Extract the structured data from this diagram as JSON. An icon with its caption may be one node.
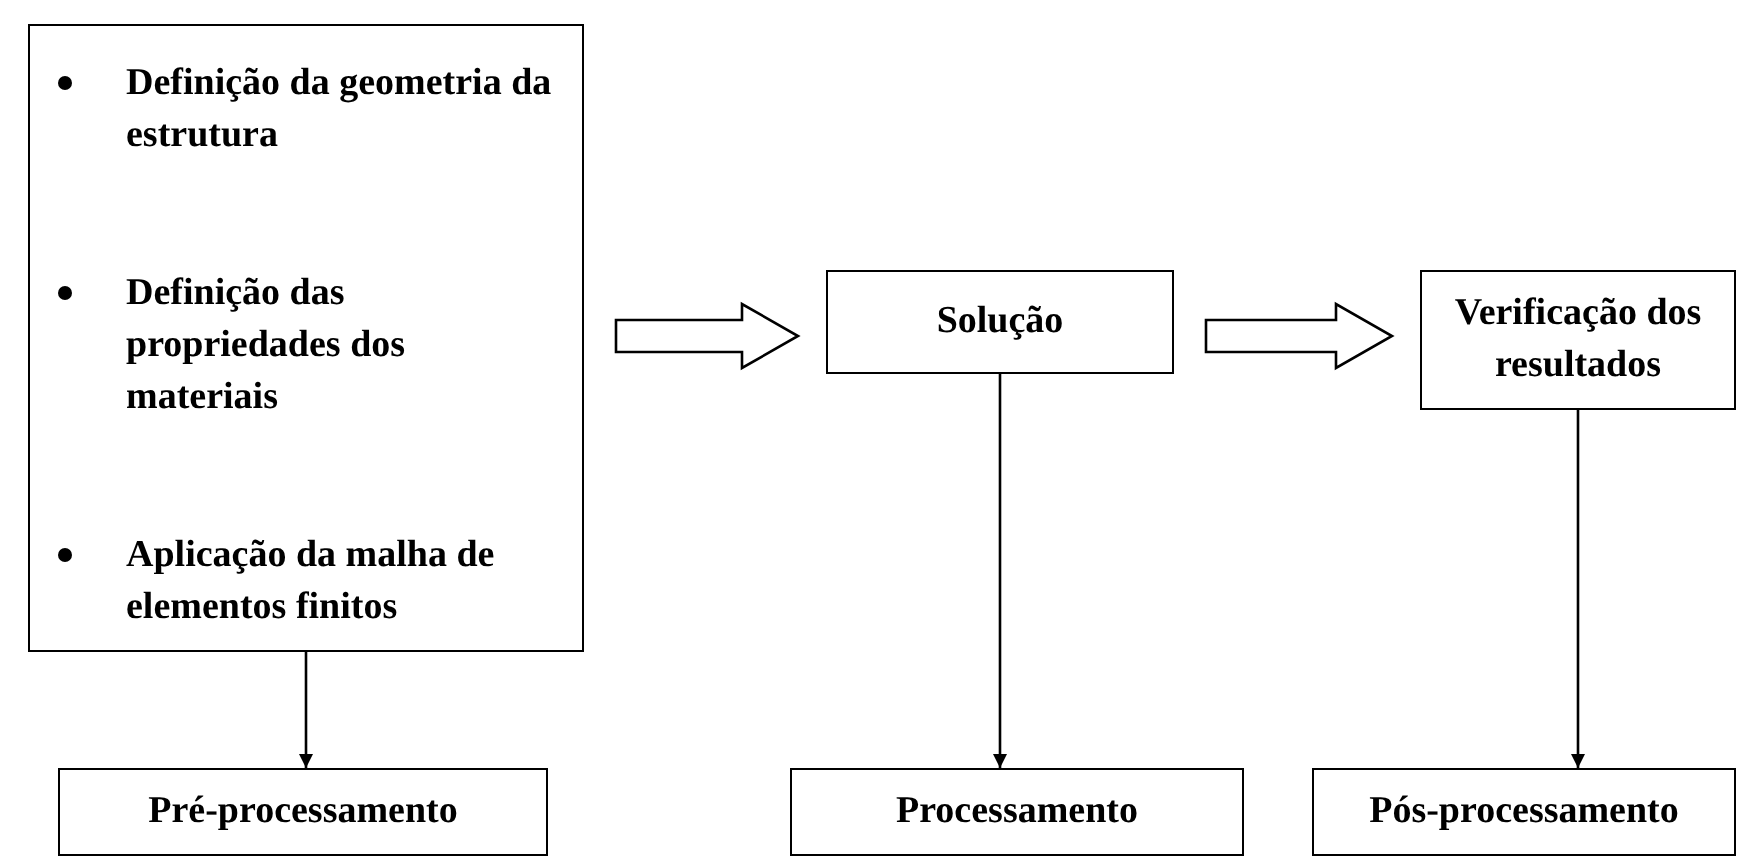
{
  "diagram": {
    "nodes": [
      {
        "text": [
          "Definição da geometria da estrutura",
          "Definição das propriedades dos materiais",
          "Aplicação da malha de elementos finitos"
        ]
      },
      {
        "text": [
          "Solução"
        ]
      },
      {
        "text": [
          "Verificação dos resultados"
        ]
      },
      {
        "text": [
          "Pré-processamento"
        ]
      },
      {
        "text": [
          "Processamento"
        ]
      },
      {
        "text": [
          "Pós-processamento"
        ]
      }
    ],
    "edges": [
      {
        "from": 0,
        "to": 1,
        "arrow": "to",
        "style": "thick"
      },
      {
        "from": 1,
        "to": 2,
        "arrow": "to",
        "style": "thick"
      },
      {
        "from": 0,
        "to": 3,
        "arrow": "to"
      },
      {
        "from": 1,
        "to": 4,
        "arrow": "to"
      },
      {
        "from": 2,
        "to": 5,
        "arrow": "to"
      }
    ]
  }
}
